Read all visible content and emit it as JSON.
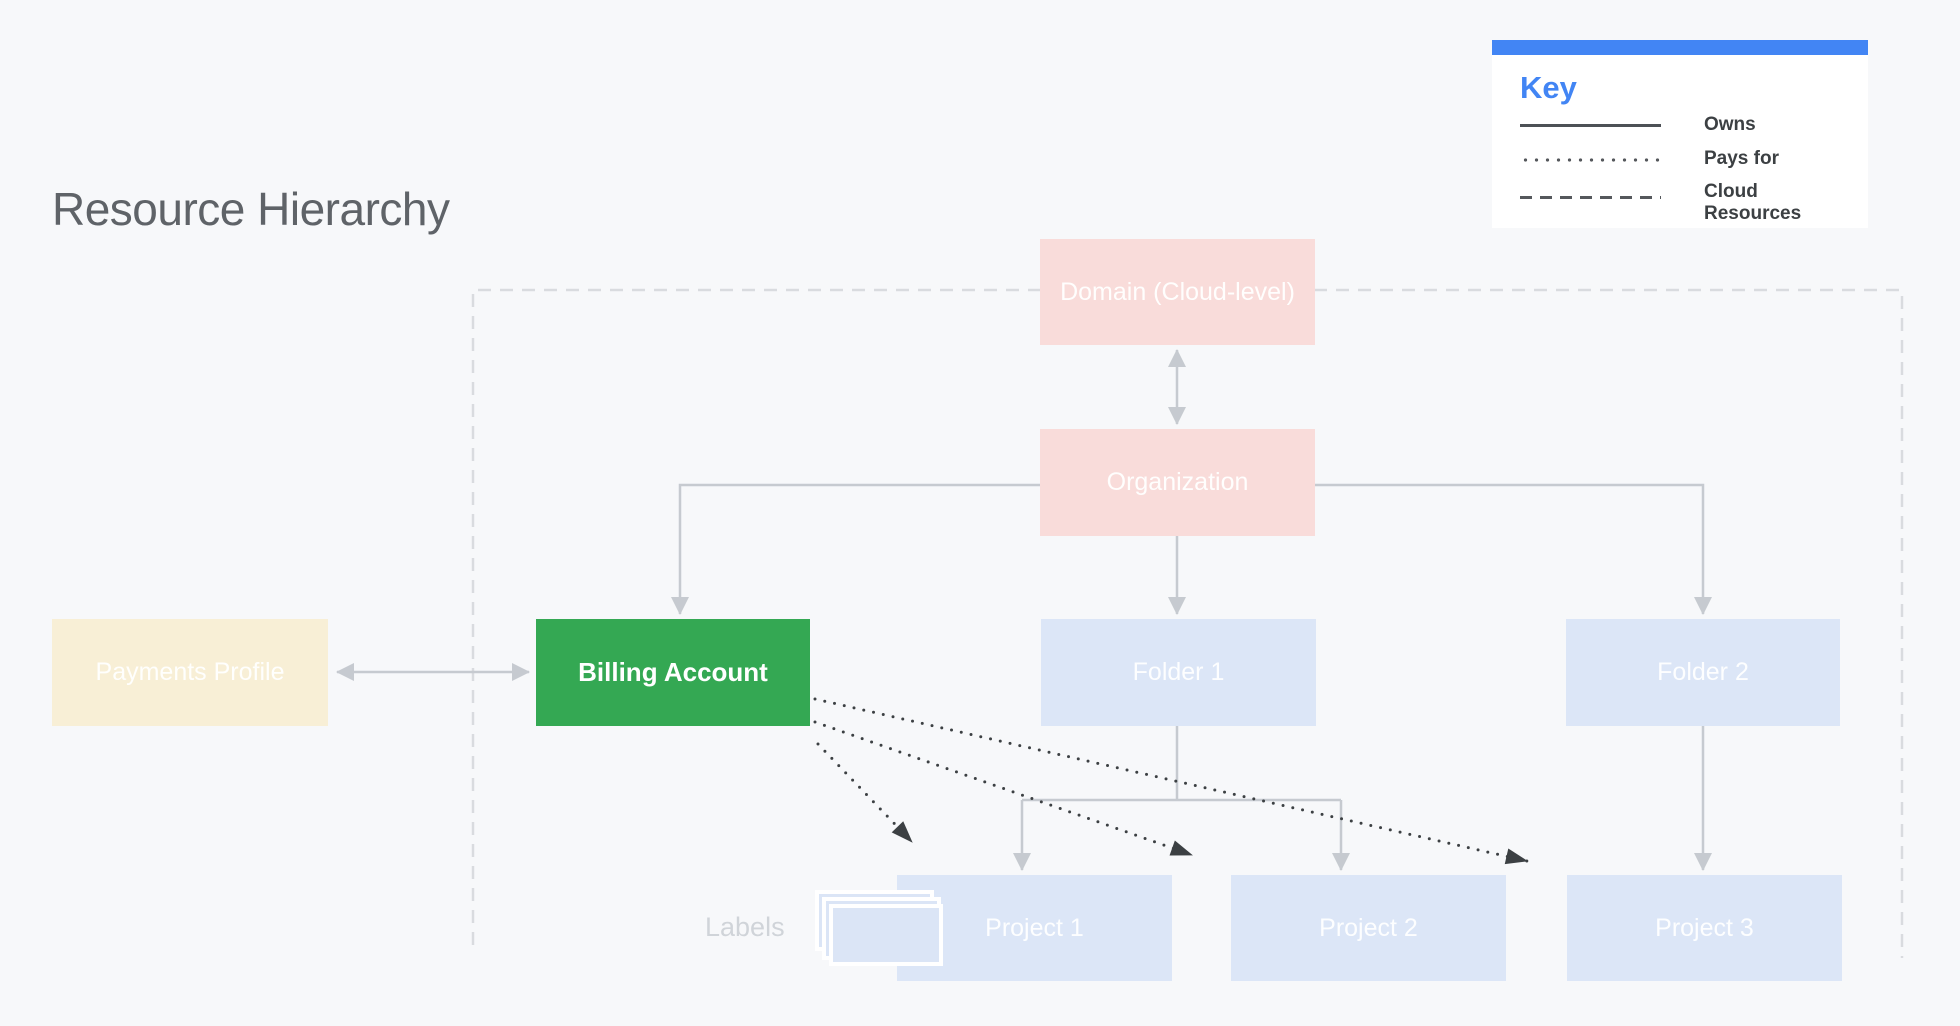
{
  "title": "Resource Hierarchy",
  "key": {
    "heading": "Key",
    "items": [
      {
        "style": "solid",
        "label": "Owns"
      },
      {
        "style": "dotted",
        "label": "Pays for"
      },
      {
        "style": "dashed",
        "label": "Cloud Resources"
      }
    ]
  },
  "nodes": {
    "domain": {
      "label": "Domain (Cloud-level)"
    },
    "organization": {
      "label": "Organization"
    },
    "payments_profile": {
      "label": "Payments Profile"
    },
    "billing_account": {
      "label": "Billing Account"
    },
    "folder1": {
      "label": "Folder 1"
    },
    "folder2": {
      "label": "Folder 2"
    },
    "project1": {
      "label": "Project 1"
    },
    "project2": {
      "label": "Project 2"
    },
    "project3": {
      "label": "Project 3"
    }
  },
  "annotations": {
    "labels_caption": "Labels"
  },
  "colors": {
    "background": "#f7f8fa",
    "domain_org_fill": "#f9dcda",
    "payments_fill": "#f8efd6",
    "billing_fill": "#34a853",
    "folder_project_fill": "#dce6f7",
    "key_accent": "#4285f4",
    "connector_gray": "#c6cad0",
    "pays_for_line": "#3c4043",
    "boundary_dash": "#d9dbdf",
    "title_text": "#5f6368"
  }
}
